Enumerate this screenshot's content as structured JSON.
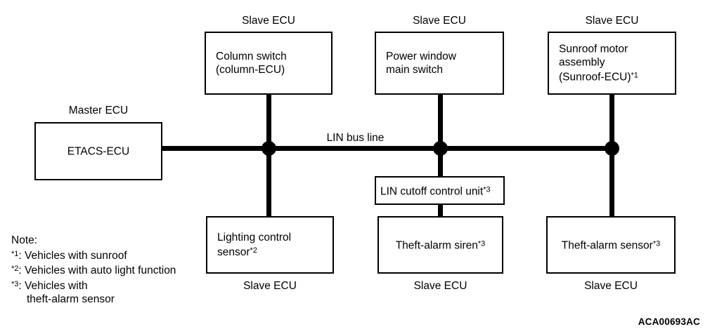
{
  "diagram": {
    "title": "LIN bus line",
    "bus_label": "LIN bus line",
    "reference_code": "ACA00693AC",
    "master_caption": "Master ECU",
    "slave_caption": "Slave ECU",
    "line_color": "#000000",
    "background_color": "#ffffff"
  },
  "nodes": {
    "master": {
      "caption": "Master ECU",
      "label": "ETACS-ECU"
    },
    "column_switch": {
      "caption": "Slave ECU",
      "label": "Column switch\n(column-ECU)"
    },
    "power_window": {
      "caption": "Slave ECU",
      "label": "Power window\nmain switch"
    },
    "sunroof": {
      "caption": "Slave ECU",
      "label": "Sunroof motor\nassembly\n(Sunroof-ECU)",
      "footnote": "*1"
    },
    "lighting_sensor": {
      "caption": "Slave ECU",
      "label": "Lighting control\nsensor",
      "footnote": "*2"
    },
    "lin_cutoff": {
      "label": "LIN cutoff control unit",
      "footnote": "*3"
    },
    "theft_siren": {
      "caption": "Slave ECU",
      "label": "Theft-alarm siren",
      "footnote": "*3"
    },
    "theft_sensor": {
      "caption": "Slave ECU",
      "label": "Theft-alarm sensor",
      "footnote": "*3"
    }
  },
  "note": {
    "heading": "Note:",
    "items": [
      {
        "marker": "*1",
        "text": ": Vehicles with sunroof"
      },
      {
        "marker": "*2",
        "text": ": Vehicles with auto light function"
      },
      {
        "marker": "*3",
        "text": ": Vehicles with"
      }
    ],
    "continuation": "theft-alarm sensor"
  }
}
